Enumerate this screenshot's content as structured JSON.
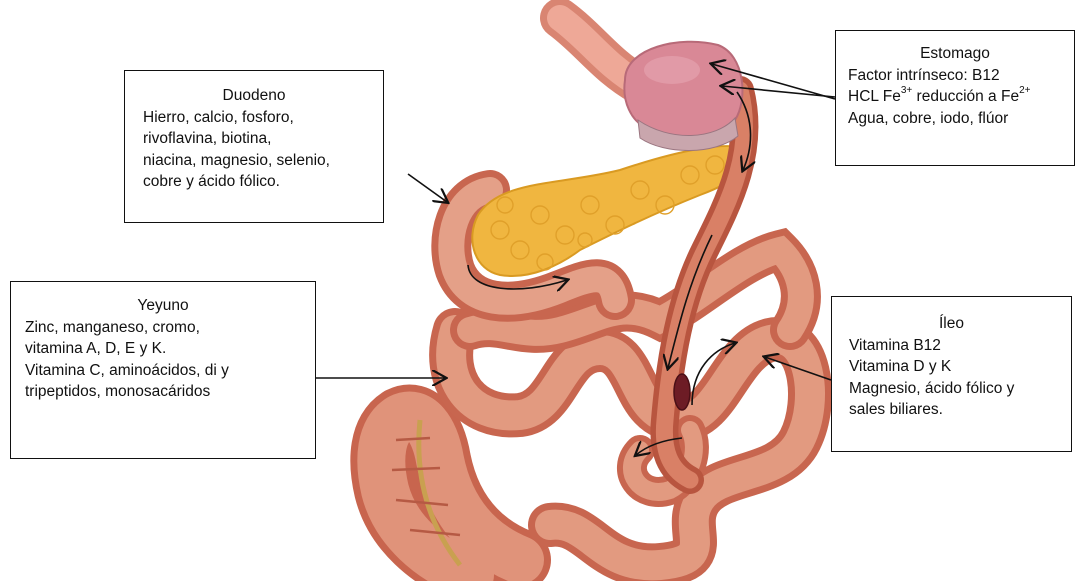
{
  "colors": {
    "stomach": "#d98a96",
    "esophagus": "#e0968a",
    "intestine": "#d97e66",
    "pancreas": "#f2b842",
    "arrow": "#111111",
    "box_border": "#111111"
  },
  "labels": {
    "duodeno": {
      "title": "Duodeno",
      "lines": [
        "Hierro, calcio, fosforo,",
        "rivoflavina,  biotina,",
        "niacina, magnesio, selenio,",
        "cobre y ácido fólico."
      ]
    },
    "estomago": {
      "title": "Estomago",
      "line1": "Factor intrínseco: B12",
      "line2_pre": "HCL Fe",
      "line2_sup1": "3+",
      "line2_mid": " reducción a Fe",
      "line2_sup2": "2+",
      "line3": "Agua, cobre, iodo, flúor"
    },
    "yeyuno": {
      "title": "Yeyuno",
      "lines": [
        "Zinc, manganeso, cromo,",
        "vitamina A, D, E y K.",
        "Vitamina C,  aminoácidos, di y",
        "tripeptidos, monosacáridos"
      ]
    },
    "ileo": {
      "title": "Íleo",
      "lines": [
        "Vitamina B12",
        "Vitamina D y  K",
        "Magnesio, ácido fólico y",
        "sales biliares."
      ]
    }
  }
}
